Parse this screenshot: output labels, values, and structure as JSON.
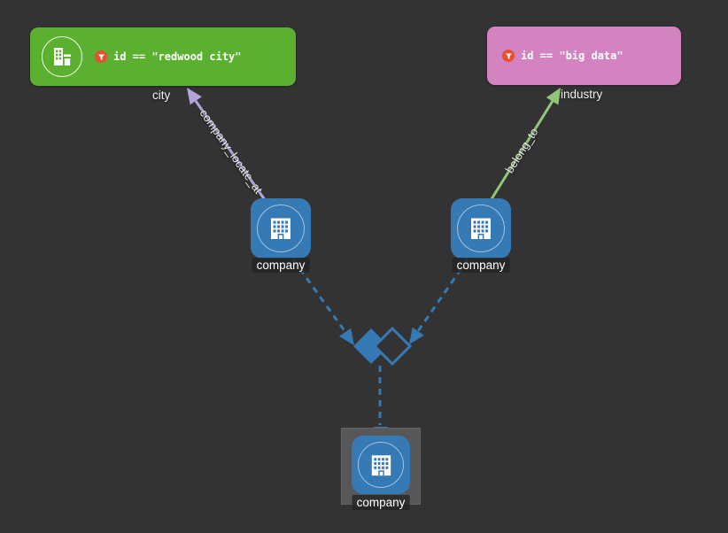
{
  "canvas": {
    "background": "#333333"
  },
  "filters": {
    "city": {
      "expression": "id == \"redwood city\"",
      "tag_label": "city",
      "color": "#5bb030"
    },
    "industry": {
      "expression": "id == \"big data\"",
      "tag_label": "industry",
      "color": "#d483c1"
    }
  },
  "nodes": {
    "company_left": {
      "label": "company"
    },
    "company_right": {
      "label": "company"
    },
    "company_result": {
      "label": "company",
      "selected": true
    }
  },
  "edges": {
    "locate": {
      "label": "company_locate_at",
      "color": "#b5a4d9"
    },
    "belong": {
      "label": "belong_to",
      "color": "#93c579"
    },
    "dashed_color": "#3579b5"
  },
  "operator": {
    "type": "intersection"
  },
  "colors": {
    "node_blue": "#3579b5",
    "filter_funnel_red": "#e94f2e",
    "selection_gray": "#575757"
  }
}
